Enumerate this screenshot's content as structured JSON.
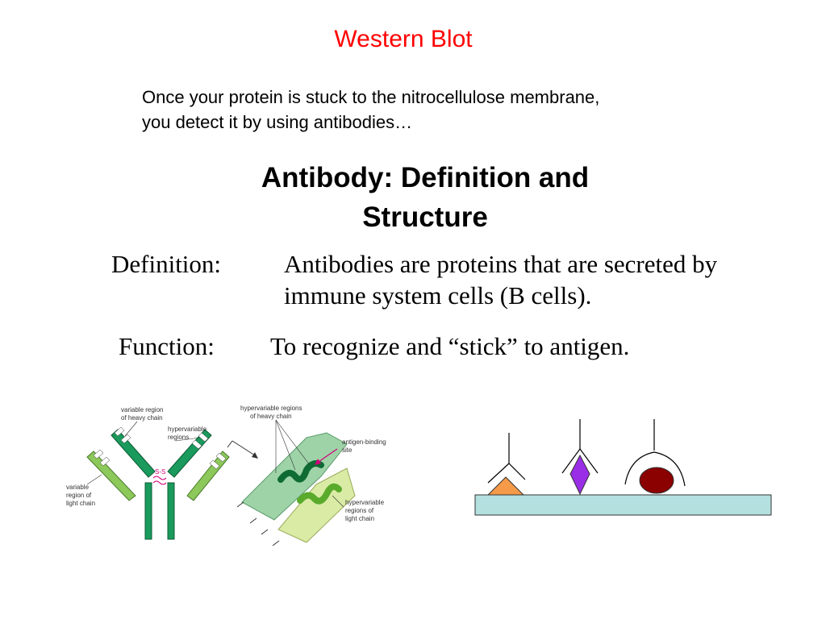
{
  "slide": {
    "title": "Western Blot",
    "intro_line_1": "Once your protein is stuck to the nitrocellulose membrane,",
    "intro_line_2": "you detect it by using antibodies…",
    "heading_line_1": "Antibody: Definition and",
    "heading_line_2": "Structure"
  },
  "definition": {
    "label": "Definition:",
    "text_line_1": "Antibodies are proteins that are secreted by",
    "text_line_2": "immune system cells (B cells)."
  },
  "function": {
    "label": "Function:",
    "text": "To recognize and “stick” to antigen."
  },
  "diagram_labels": {
    "variable_heavy_1": "variable region",
    "variable_heavy_2": "of heavy chain",
    "hypervariable_1": "hypervariable",
    "hypervariable_2": "regions",
    "variable_light_1": "variable",
    "variable_light_2": "region of",
    "variable_light_3": "light chain",
    "hv_heavy_1": "hypervariable regions",
    "hv_heavy_2": "of heavy chain",
    "binding_1": "antigen-binding",
    "binding_2": "site",
    "hv_light_1": "hypervariable",
    "hv_light_2": "regions of",
    "hv_light_3": "light chain",
    "disulfide": "S-S"
  },
  "colors": {
    "title": "#ff0000",
    "heavy_chain": "#1a9a5c",
    "light_chain": "#8cc85a",
    "heavy_region": "#9ed3a8",
    "light_region": "#d9eba4",
    "hv_heavy": "#0f6b34",
    "hv_light": "#5aaa2c",
    "disulfide": "#d0007a",
    "membrane": "#b5e0e0",
    "antigen_triangle": "#f49a48",
    "antigen_diamond": "#9a2ee6",
    "antigen_oval": "#8b0000"
  }
}
